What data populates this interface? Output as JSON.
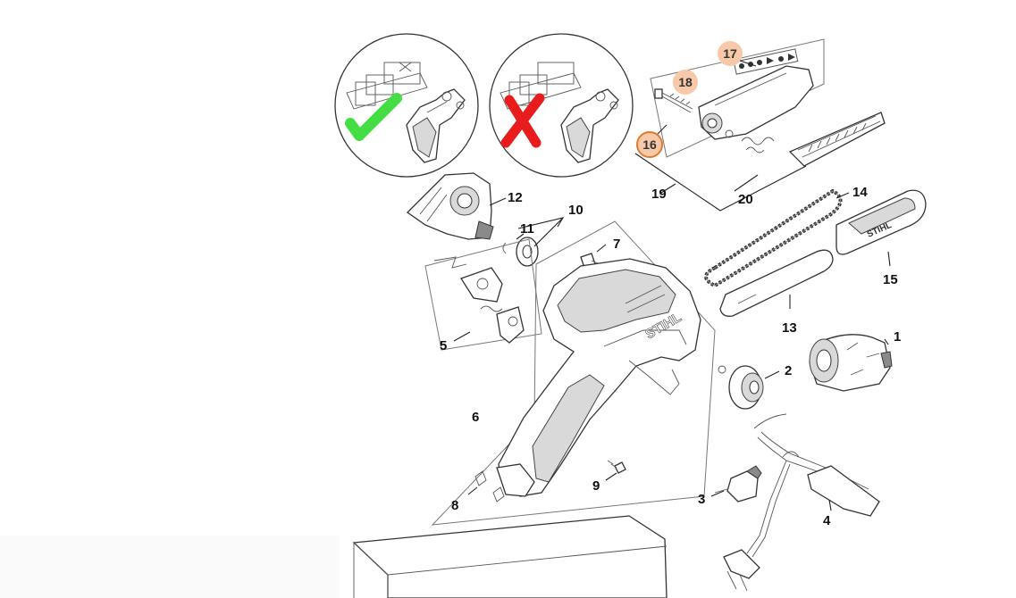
{
  "colors": {
    "callout_fill": "#f7c9a8",
    "callout_selected_stroke": "#e07a2e",
    "check_mark": "#44dd44",
    "cross_mark": "#e81c1c",
    "line": "#333333"
  },
  "notes": {
    "correct_icon": "check-mark-icon",
    "wrong_icon": "cross-mark-icon"
  },
  "part_labels": {
    "p1": "1",
    "p2": "2",
    "p3": "3",
    "p4": "4",
    "p5": "5",
    "p6": "6",
    "p7": "7",
    "p8": "8",
    "p9": "9",
    "p10": "10",
    "p11": "11",
    "p12": "12",
    "p13": "13",
    "p14": "14",
    "p15": "15",
    "p16": "16",
    "p17": "17",
    "p18": "18",
    "p19": "19",
    "p20": "20"
  },
  "brand": {
    "housing_logo": "STIHL",
    "cover_logo": "STIHL"
  }
}
